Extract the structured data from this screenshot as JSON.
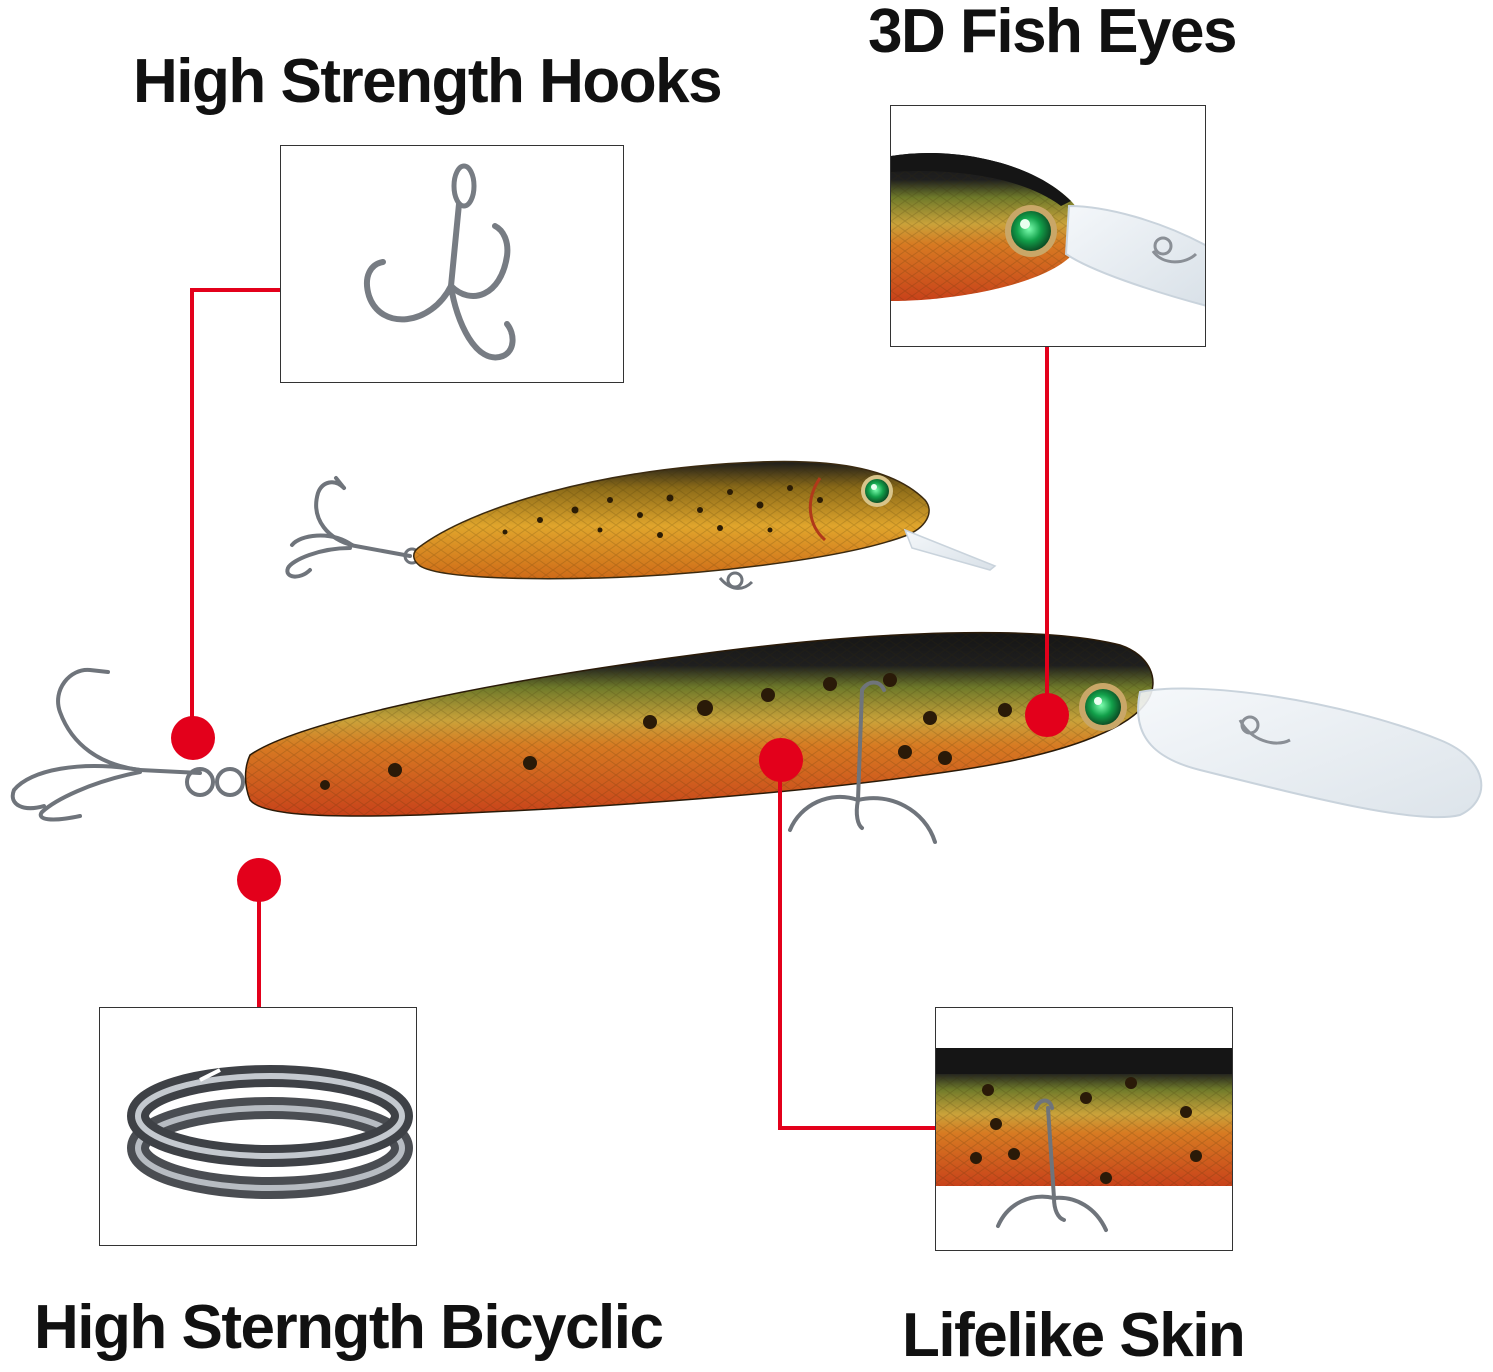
{
  "labels": {
    "hooks": "High Strength Hooks",
    "eyes": "3D Fish Eyes",
    "ring": "High Sterngth Bicyclic",
    "skin": "Lifelike Skin"
  },
  "colors": {
    "callout_line": "#e3001b",
    "text": "#111111",
    "lure_back": "#1c1c1c",
    "lure_side_gold": "#c9a23a",
    "lure_belly": "#d24a1c",
    "eye": "#17a34a",
    "metal": "#8a8f96"
  },
  "icons": [
    "treble-hook-icon",
    "fish-eye-icon",
    "split-ring-icon",
    "lifelike-skin-icon"
  ]
}
